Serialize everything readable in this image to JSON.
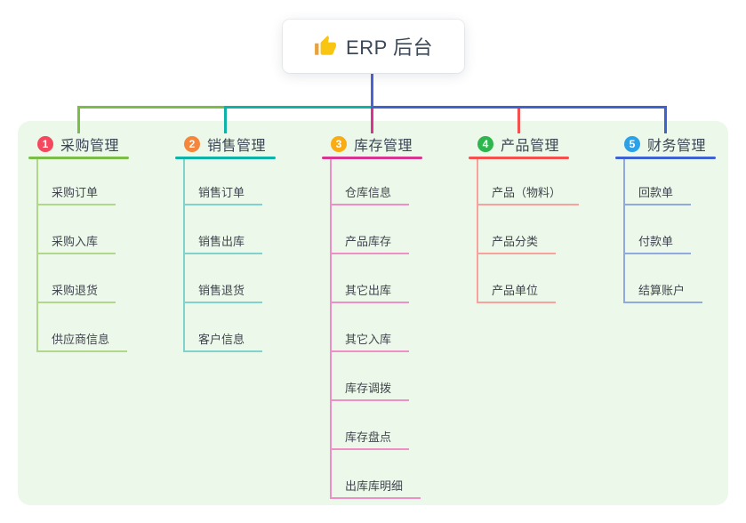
{
  "root": {
    "title": "ERP 后台",
    "icon": "thumbs-up-icon",
    "card_color": "#ffffff",
    "connector_color": "#4c63d3"
  },
  "panel": {
    "background_color": "#ecf8e9"
  },
  "branches": [
    {
      "num": "1",
      "label": "采购管理",
      "badge_color": "#f4485e",
      "line_color": "#7cbd49",
      "light_color": "#b0d78a",
      "children": [
        "采购订单",
        "采购入库",
        "采购退货",
        "供应商信息"
      ]
    },
    {
      "num": "2",
      "label": "销售管理",
      "badge_color": "#f6863b",
      "line_color": "#0eb2a6",
      "light_color": "#7fd3cc",
      "children": [
        "销售订单",
        "销售出库",
        "销售退货",
        "客户信息"
      ]
    },
    {
      "num": "3",
      "label": "库存管理",
      "badge_color": "#f9ad13",
      "line_color": "#d6368f",
      "light_color": "#ee8fc5",
      "children": [
        "仓库信息",
        "产品库存",
        "其它出库",
        "其它入库",
        "库存调拨",
        "库存盘点",
        "出库库明细"
      ]
    },
    {
      "num": "4",
      "label": "产品管理",
      "badge_color": "#2db64d",
      "line_color": "#f25150",
      "light_color": "#f7a29c",
      "children": [
        "产品（物料）",
        "产品分类",
        "产品单位"
      ]
    },
    {
      "num": "5",
      "label": "财务管理",
      "badge_color": "#2ba1e8",
      "line_color": "#3f62d1",
      "light_color": "#92a8e0",
      "children": [
        "回款单",
        "付款单",
        "结算账户"
      ]
    }
  ]
}
